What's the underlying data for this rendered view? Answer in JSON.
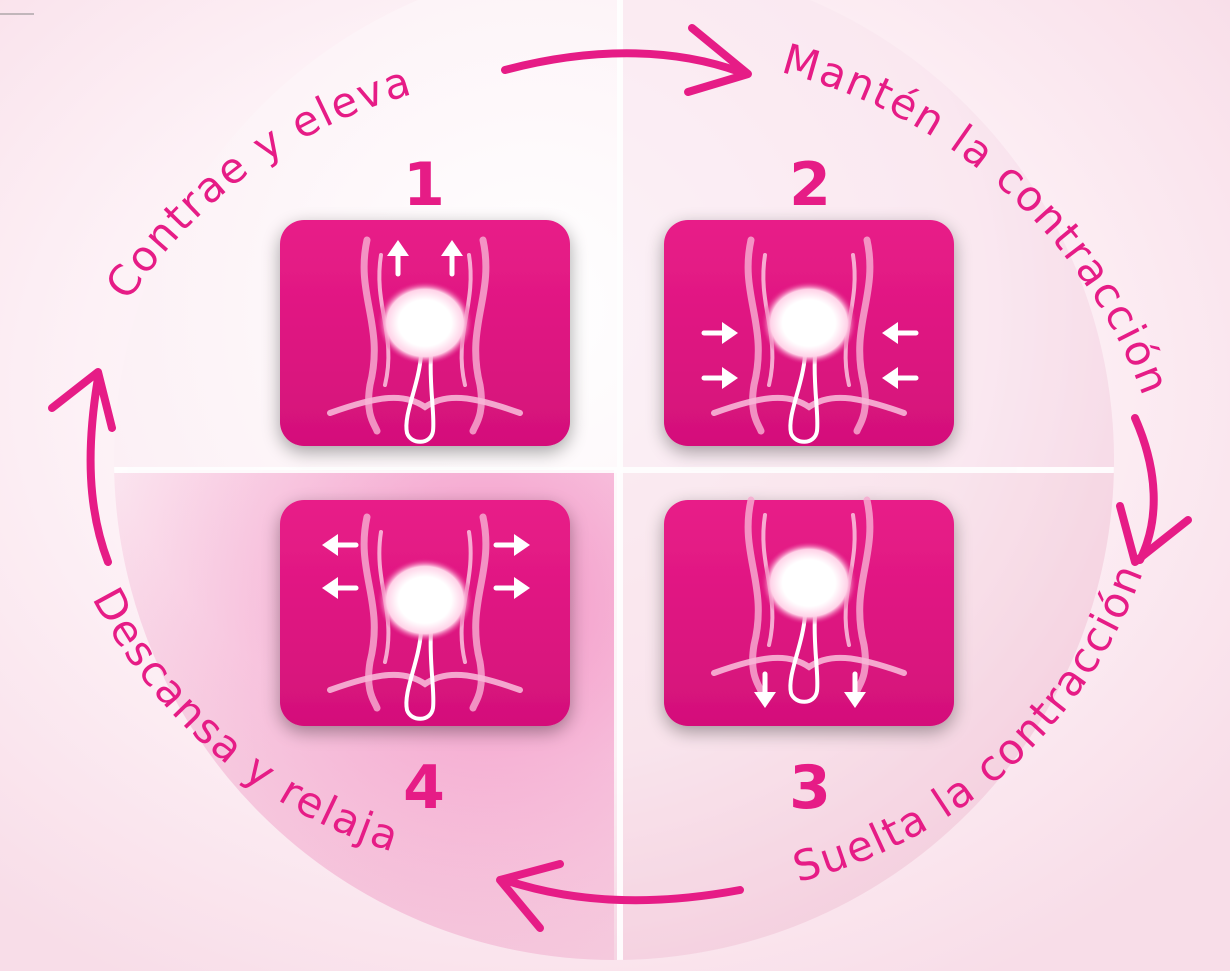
{
  "steps": [
    {
      "number": "1",
      "label": "Contrae y eleva",
      "motion": "up-arrows"
    },
    {
      "number": "2",
      "label": "Mantén la contracción",
      "motion": "inward-arrows"
    },
    {
      "number": "3",
      "label": "Suelta la contracción",
      "motion": "down-arrows"
    },
    {
      "number": "4",
      "label": "Descansa y relaja",
      "motion": "outward-arrows"
    }
  ],
  "colors": {
    "accent": "#e61c86",
    "card": "#e0147f",
    "background_tint": "#fbe6ef"
  },
  "cycle_direction": "clockwise"
}
